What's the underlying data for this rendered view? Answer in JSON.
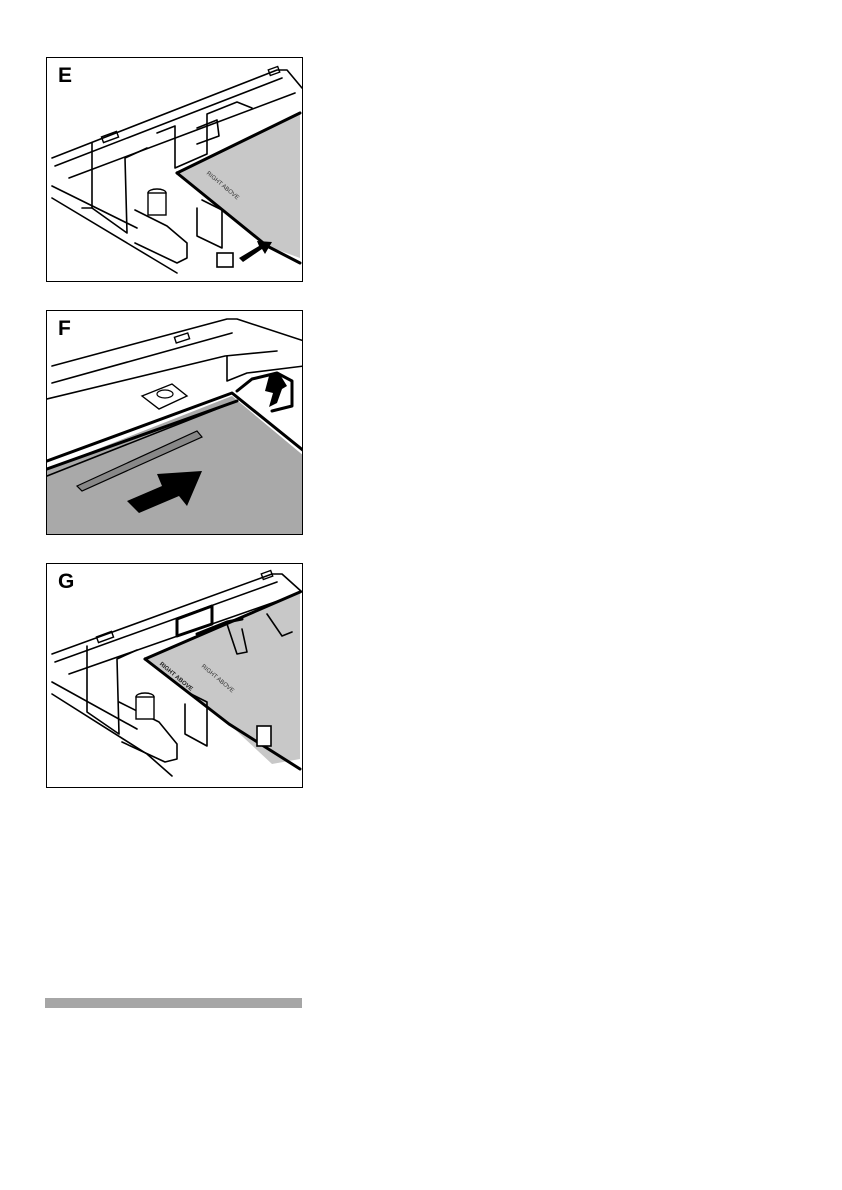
{
  "panels": [
    {
      "label": "E",
      "glass_text": "RIGHT ABOVE"
    },
    {
      "label": "F"
    },
    {
      "label": "G",
      "glass_text": "RIGHT ABOVE",
      "glass_text_2": "RIGHT ABOVE"
    }
  ],
  "colors": {
    "glass_light": "#c8c8c8",
    "glass_dark": "#a9a9a9",
    "arrow": "#000000",
    "bar": "#a6a6a6"
  }
}
